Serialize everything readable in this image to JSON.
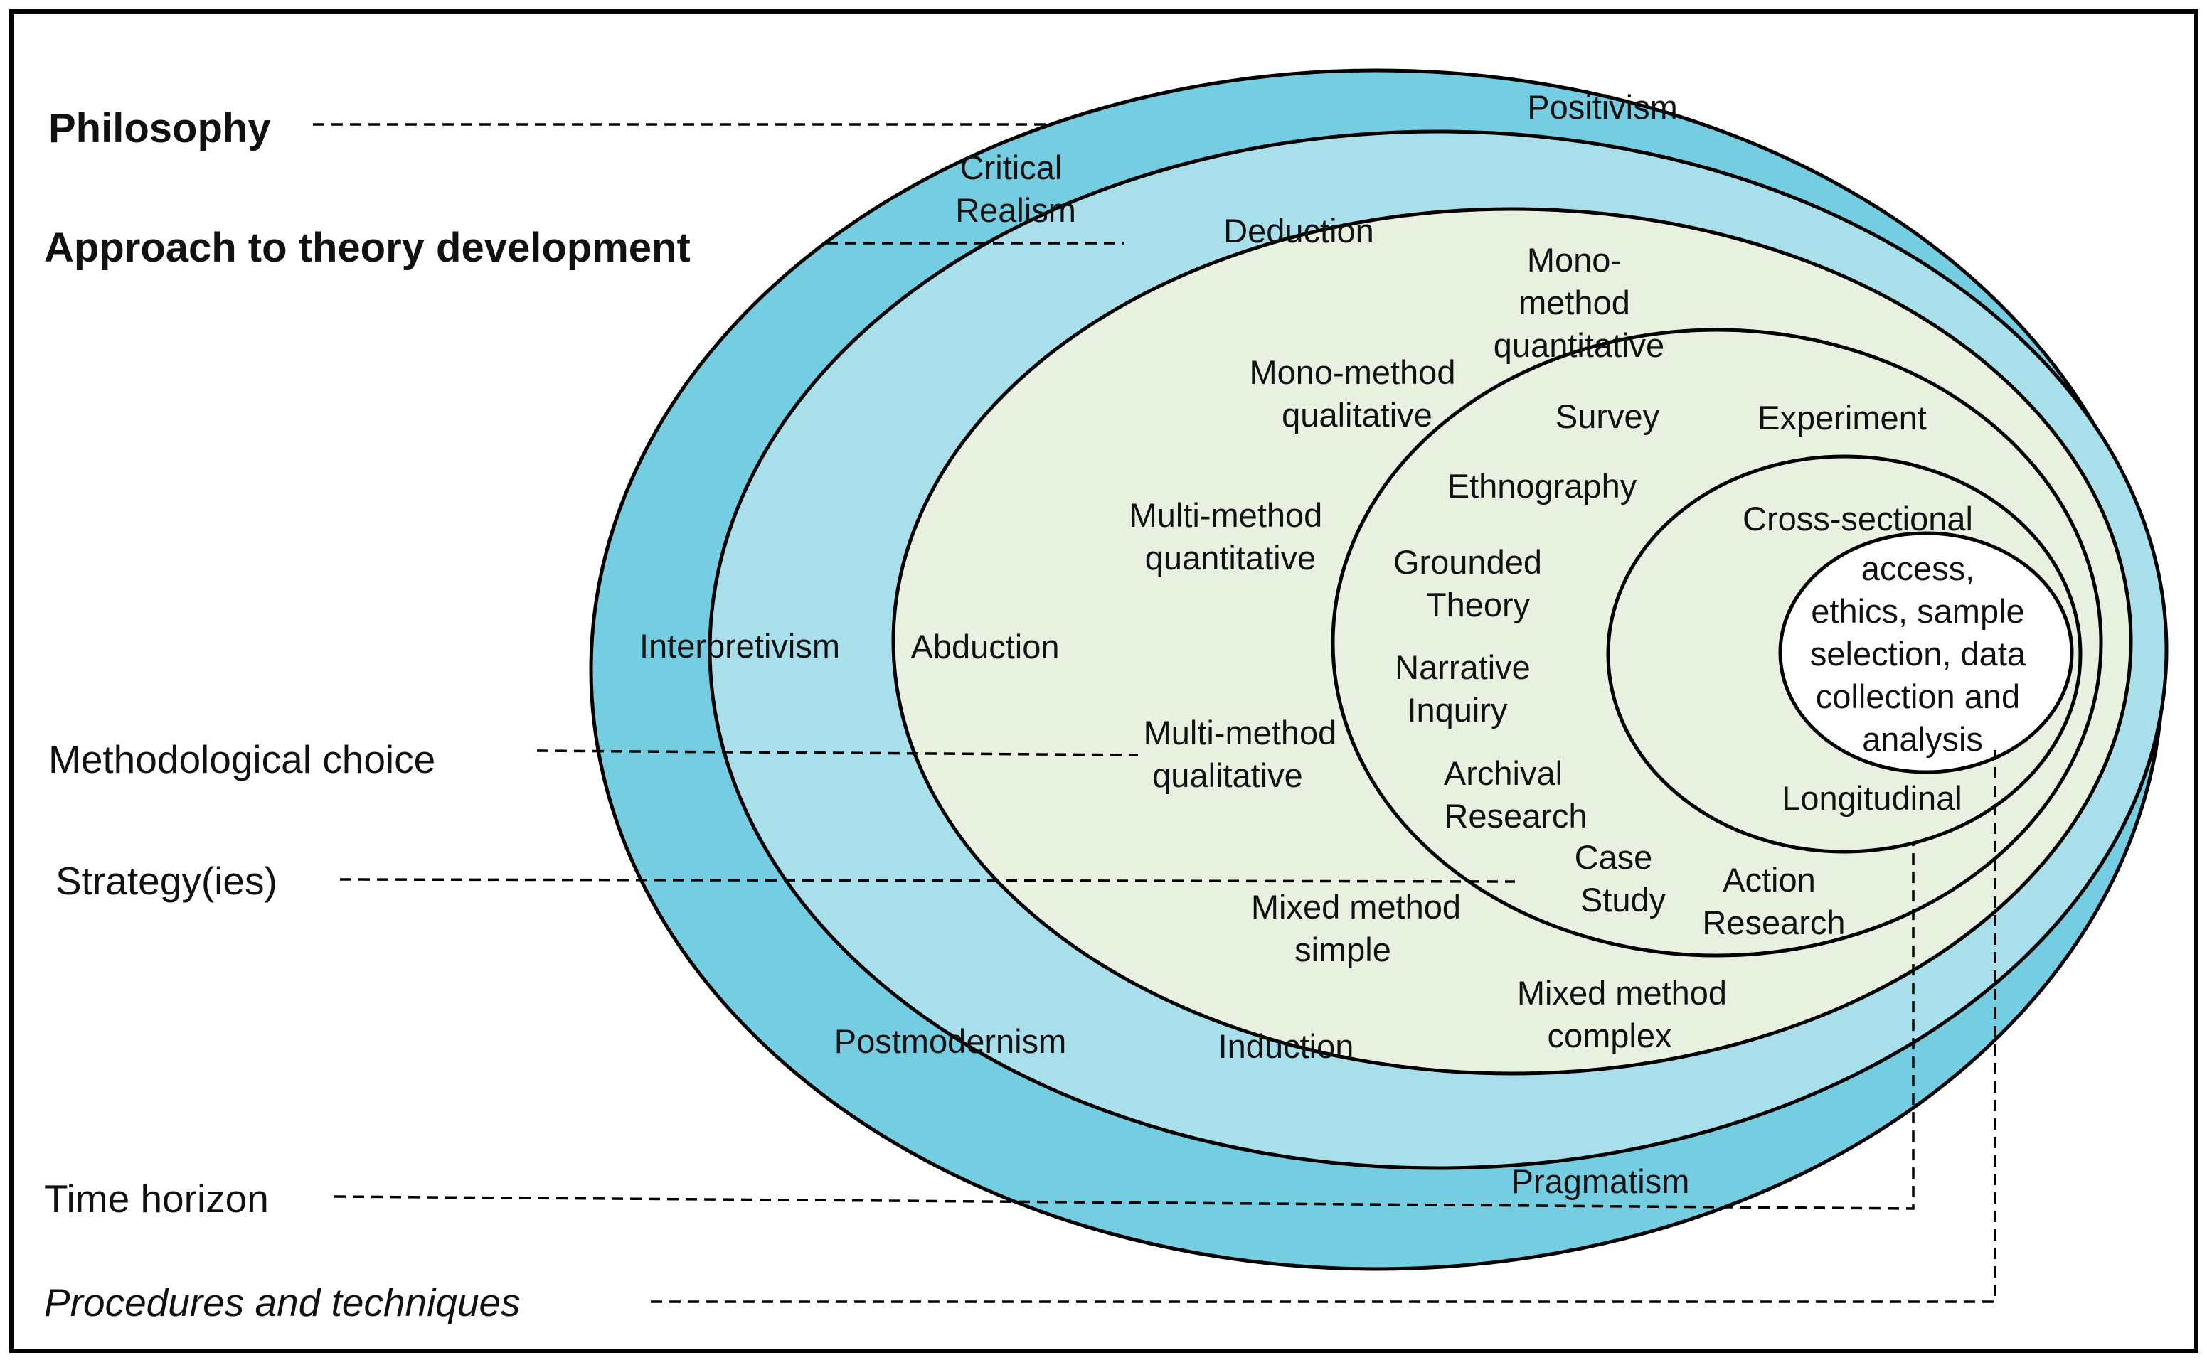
{
  "colors": {
    "philosophy_ring": "#74CDE0",
    "approach_ring": "#A9DFEA",
    "method_ring": "#E8F0DF",
    "core": "#FFFFFF",
    "outline": "#000000"
  },
  "left_labels": {
    "philosophy": "Philosophy",
    "approach": "Approach to theory development",
    "methodological_choice": "Methodological choice",
    "strategies": "Strategy(ies)",
    "time_horizon": "Time horizon",
    "procedures": "Procedures and techniques"
  },
  "philosophy": {
    "positivism": "Positivism",
    "critical_realism": [
      "Critical",
      "Realism"
    ],
    "interpretivism": "Interpretivism",
    "postmodernism": "Postmodernism",
    "pragmatism": "Pragmatism"
  },
  "approach": {
    "deduction": "Deduction",
    "abduction": "Abduction",
    "induction": "Induction"
  },
  "methodological_choice": {
    "mono_quant": [
      "Mono-",
      "method",
      "quantitative"
    ],
    "mono_qual": [
      "Mono-method",
      "qualitative"
    ],
    "multi_quant": [
      "Multi-method",
      "quantitative"
    ],
    "multi_qual": [
      "Multi-method",
      "qualitative"
    ],
    "mixed_simple": [
      "Mixed method",
      "simple"
    ],
    "mixed_complex": [
      "Mixed method",
      "complex"
    ]
  },
  "strategies": {
    "survey": "Survey",
    "experiment": "Experiment",
    "ethnography": "Ethnography",
    "grounded_theory": [
      "Grounded",
      "Theory"
    ],
    "narrative_inquiry": [
      "Narrative",
      "Inquiry"
    ],
    "archival_research": [
      "Archival",
      "Research"
    ],
    "case_study": [
      "Case",
      "Study"
    ],
    "action_research": [
      "Action",
      "Research"
    ]
  },
  "time_horizon": {
    "cross_sectional": "Cross-sectional",
    "longitudinal": "Longitudinal"
  },
  "core": {
    "lines": [
      "access,",
      "ethics, sample",
      "selection, data",
      "collection and",
      "analysis"
    ]
  }
}
